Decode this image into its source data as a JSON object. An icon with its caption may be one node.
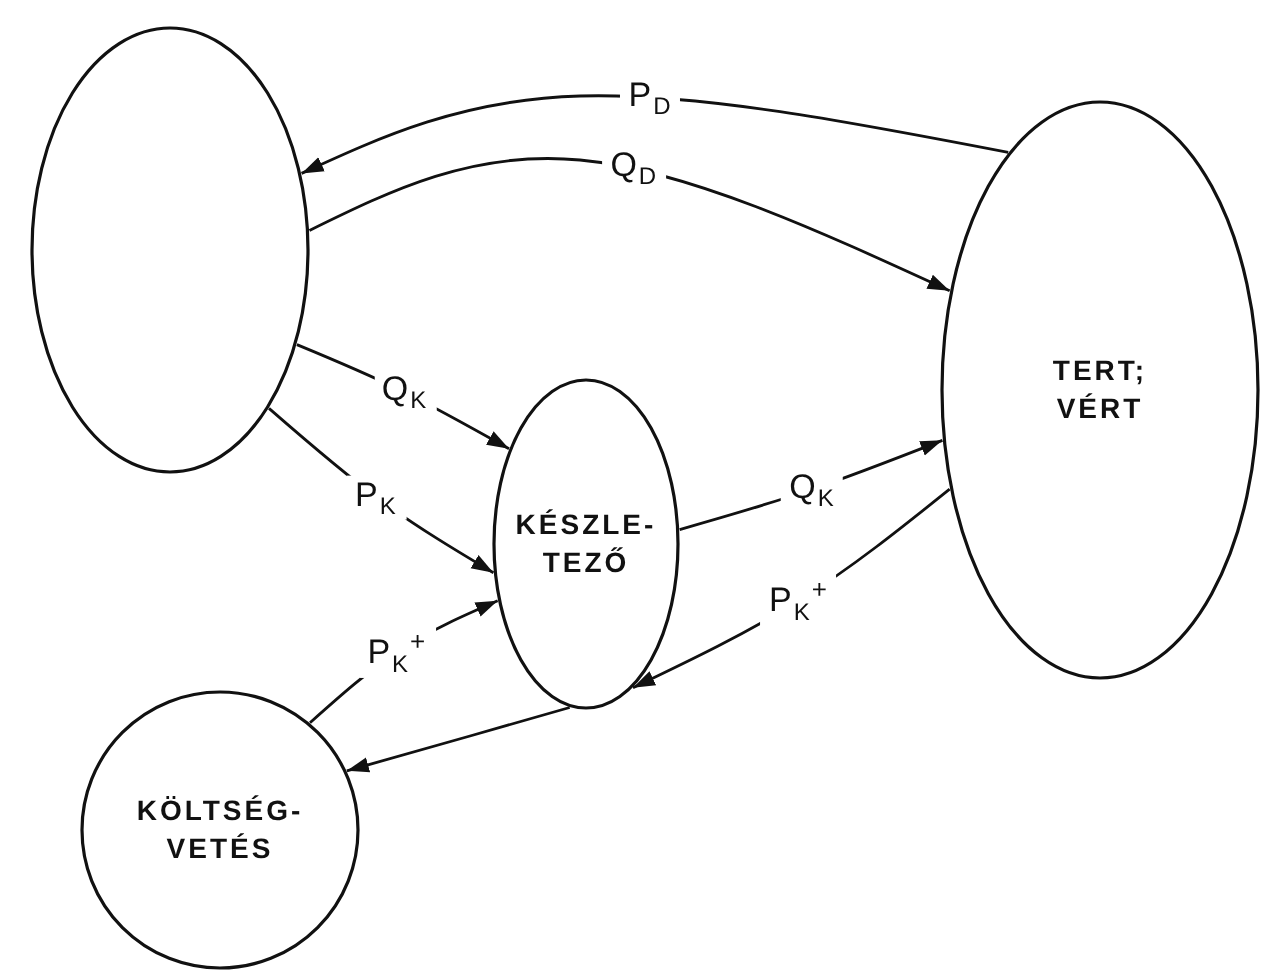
{
  "diagram": {
    "nodes": [
      {
        "text": [],
        "shape": "ellipse"
      },
      {
        "text": [
          "KÉSZLE- TEZŐ"
        ]
      },
      {
        "text": [
          "TERT; VÉRT"
        ]
      },
      {
        "text": [
          "KÖLTSÉG- VETÉS"
        ]
      }
    ],
    "edges": [
      {
        "from": 2,
        "to": 0,
        "arrow": "to",
        "label": "P$_{D}$"
      },
      {
        "from": 0,
        "to": 2,
        "arrow": "to",
        "label": "Q$_{D}$"
      },
      {
        "from": 0,
        "to": 1,
        "arrow": "to",
        "label": "Q$_{K}$"
      },
      {
        "from": 0,
        "to": 1,
        "arrow": "to",
        "label": "P$_{K}$"
      },
      {
        "from": 3,
        "to": 1,
        "arrow": "to",
        "label": "P$_{K}$$^{+}$"
      },
      {
        "from": 1,
        "to": 2,
        "arrow": "to",
        "label": "Q$_{K}$"
      },
      {
        "from": 2,
        "to": 1,
        "arrow": "to",
        "label": "P$_{K}$$^{+}$"
      },
      {
        "from": 1,
        "to": 3,
        "arrow": "to"
      }
    ]
  }
}
